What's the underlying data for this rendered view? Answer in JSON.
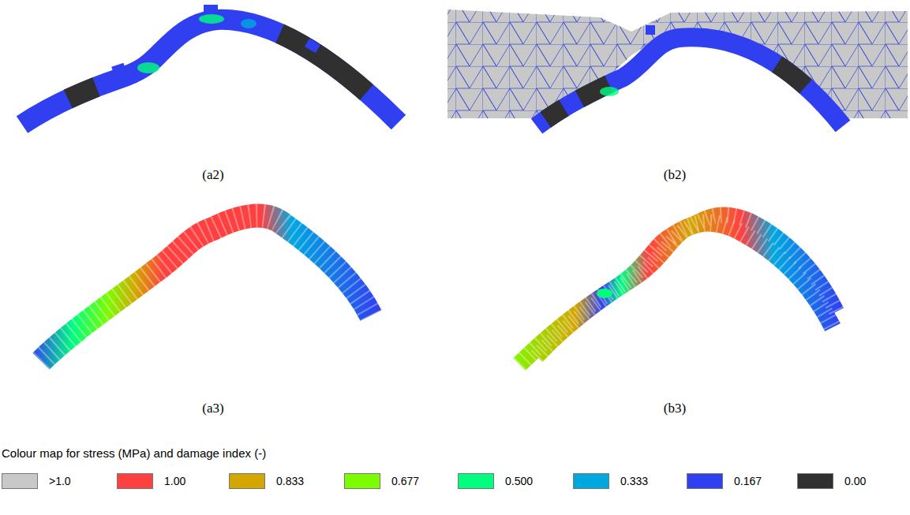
{
  "diagram": {
    "labels": [
      "(a2)",
      "(b2)",
      "(a3)",
      "(b3)",
      "Colour map for stress (MPa) and damage index (-)"
    ],
    "legend": [
      {
        "text": ">1.0",
        "color": "#c8c8c8"
      },
      {
        "text": "1.00",
        "color": "#ff4040"
      },
      {
        "text": "0.833",
        "color": "#d4a600"
      },
      {
        "text": "0.677",
        "color": "#7cfc00"
      },
      {
        "text": "0.500",
        "color": "#00ff7f"
      },
      {
        "text": "0.333",
        "color": "#00a8e0"
      },
      {
        "text": "0.167",
        "color": "#3040f0"
      },
      {
        "text": "0.00",
        "color": "#303030"
      }
    ]
  }
}
